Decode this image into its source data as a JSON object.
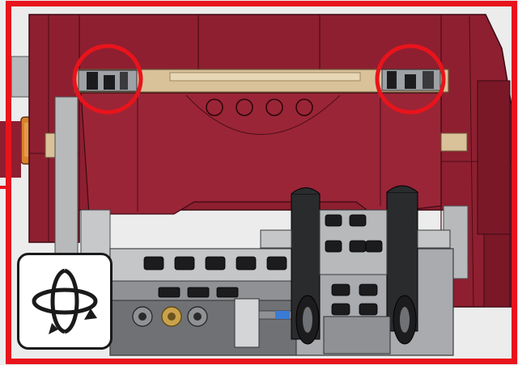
{
  "colors": {
    "frame": "#e8141c",
    "background": "#ececec",
    "brick_red": "#8e1f30",
    "brick_red_light": "#a12a3d",
    "brick_red_dark": "#6e1524",
    "tan": "#d9c29a",
    "light_gray": "#b7b9bb",
    "dark_gray": "#4a4c4f",
    "black": "#1c1c1e",
    "callout": "#e8141c",
    "accent_blue": "#3a7bd5",
    "pearl_gold": "#c9a24a",
    "orange": "#d9822b"
  },
  "callouts": [
    {
      "name": "callout-left",
      "detail": "clip-bracket"
    },
    {
      "name": "callout-right",
      "detail": "clip-bracket"
    }
  ],
  "rotate_badge": {
    "icon": "rotate-model-icon"
  }
}
